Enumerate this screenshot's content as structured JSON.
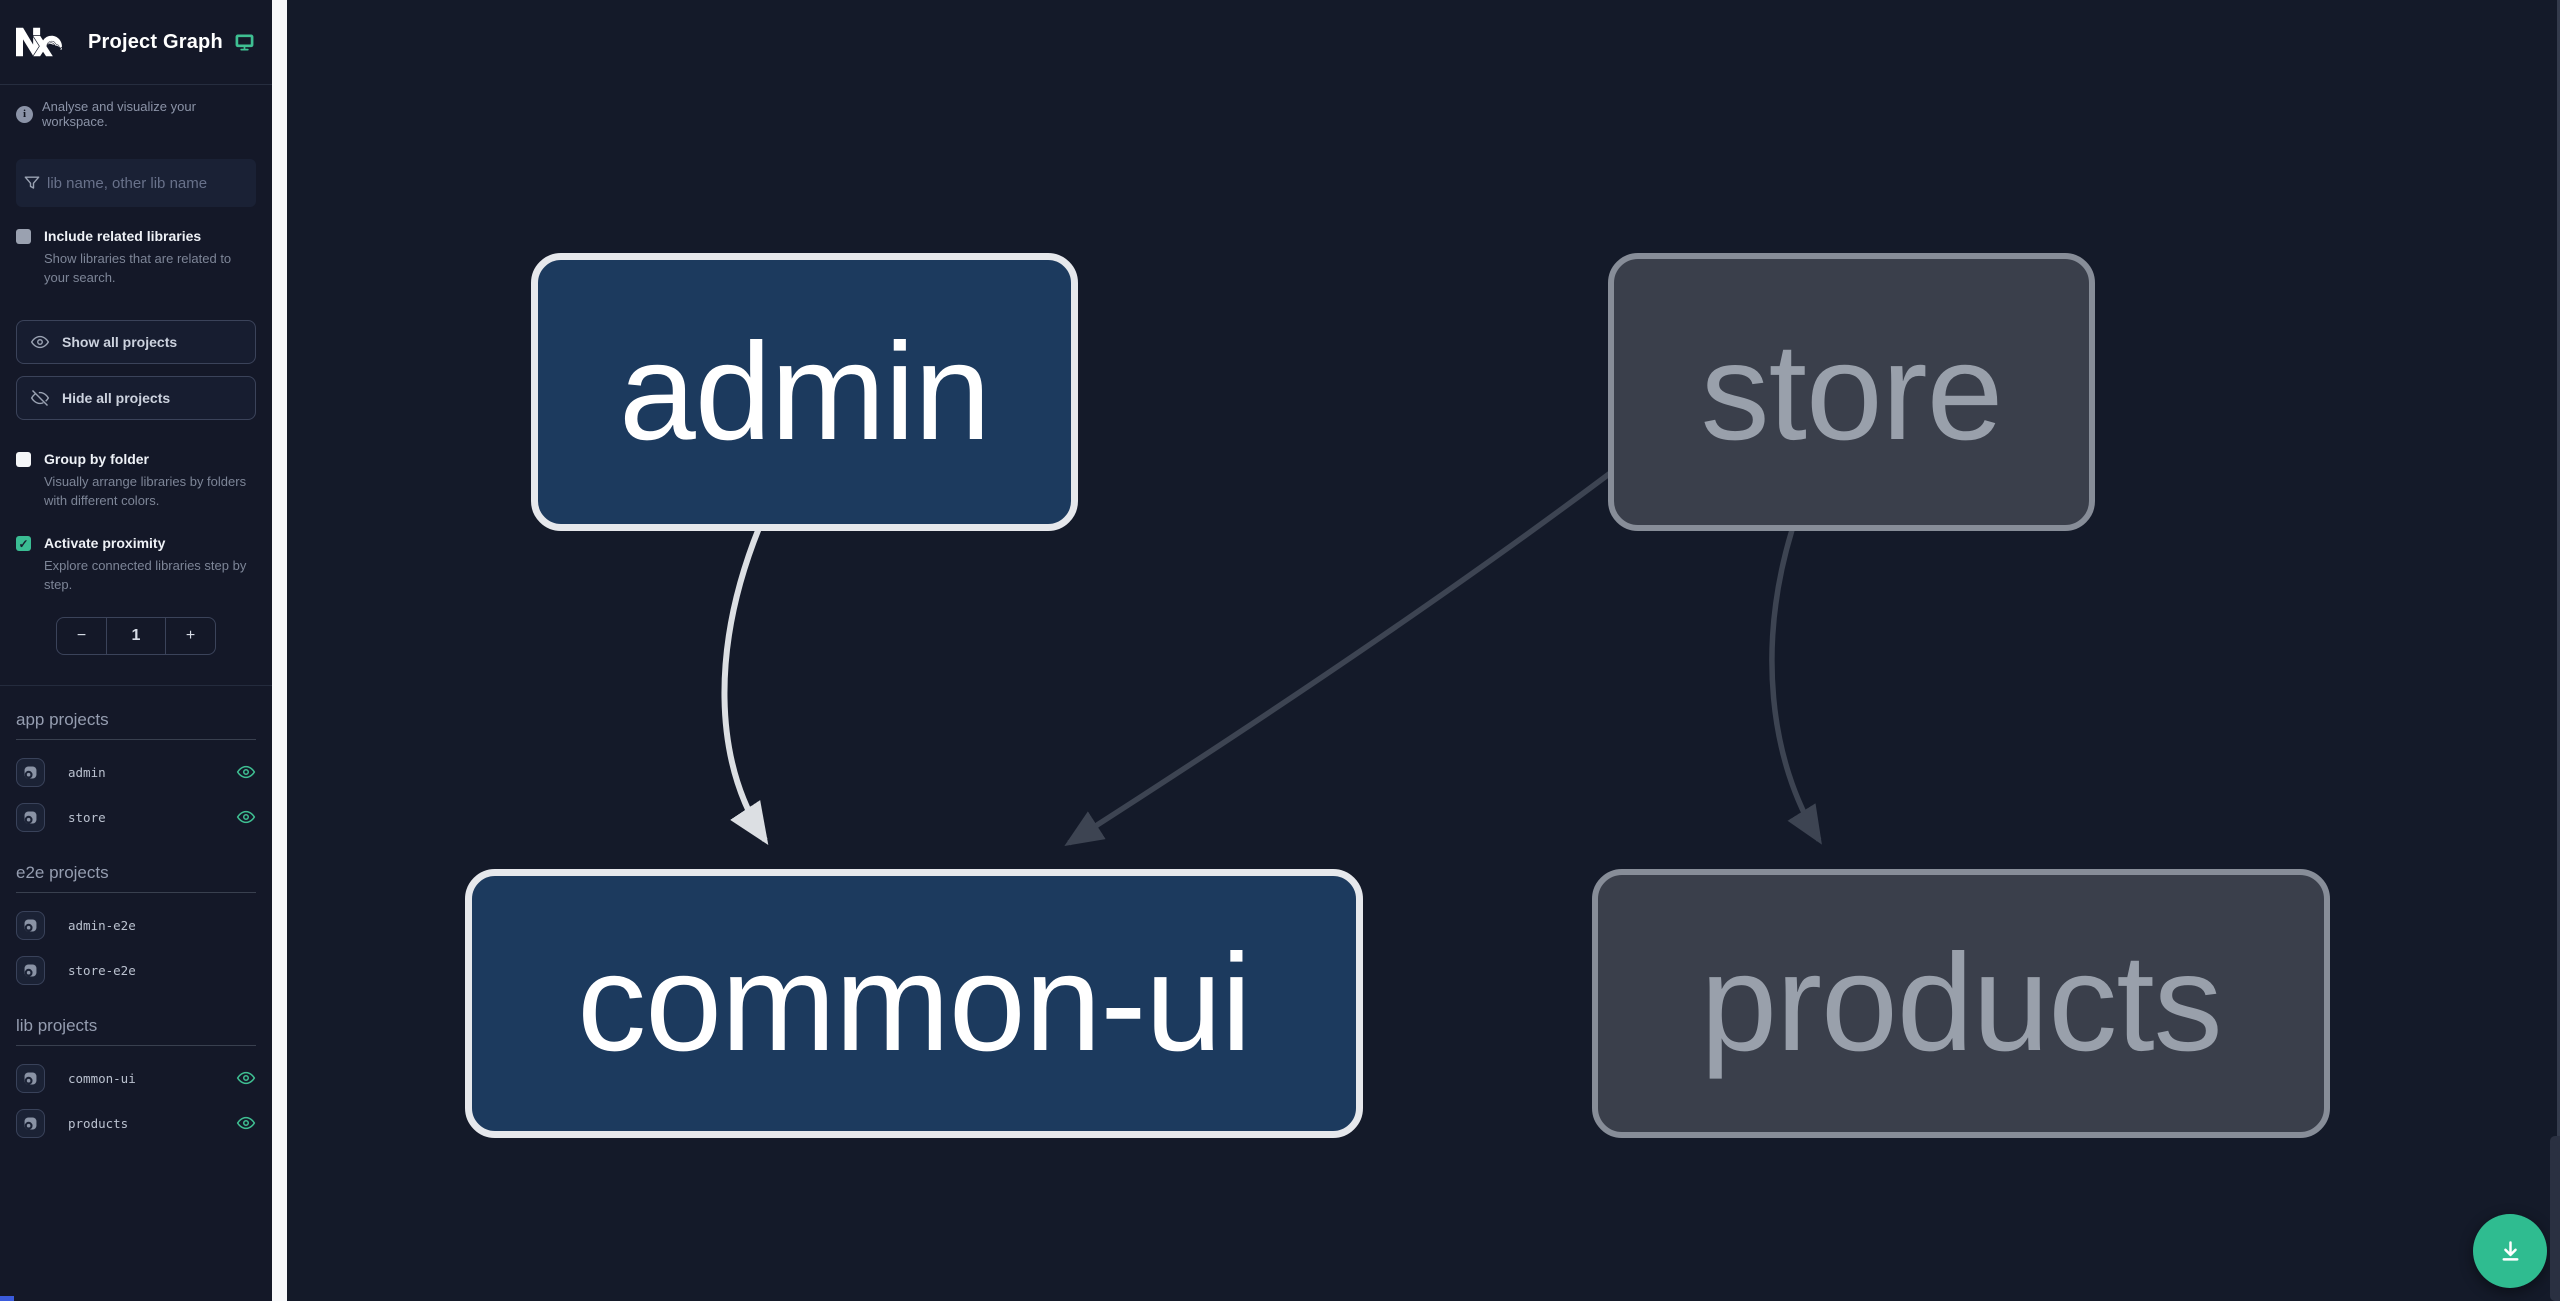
{
  "app": {
    "title": "Project Graph",
    "tagline": "Analyse and visualize your workspace."
  },
  "filter": {
    "placeholder": "lib name, other lib name"
  },
  "options": {
    "include_related": {
      "label": "Include related libraries",
      "description": "Show libraries that are related to your search.",
      "checked": false
    },
    "show_all_label": "Show all projects",
    "hide_all_label": "Hide all projects",
    "group_by_folder": {
      "label": "Group by folder",
      "description": "Visually arrange libraries by folders with different colors.",
      "checked": false
    },
    "activate_proximity": {
      "label": "Activate proximity",
      "description": "Explore connected libraries step by step.",
      "checked": true
    },
    "stepper": {
      "decrement": "−",
      "value": "1",
      "increment": "+"
    }
  },
  "sections": [
    {
      "heading": "app projects",
      "items": [
        {
          "label": "admin",
          "visible": true
        },
        {
          "label": "store",
          "visible": true
        }
      ]
    },
    {
      "heading": "e2e projects",
      "items": [
        {
          "label": "admin-e2e",
          "visible": false
        },
        {
          "label": "store-e2e",
          "visible": false
        }
      ]
    },
    {
      "heading": "lib projects",
      "items": [
        {
          "label": "common-ui",
          "visible": true
        },
        {
          "label": "products",
          "visible": true
        }
      ]
    }
  ],
  "graph": {
    "nodes": [
      {
        "id": "admin",
        "label": "admin",
        "state": "focused"
      },
      {
        "id": "store",
        "label": "store",
        "state": "unfocused"
      },
      {
        "id": "common-ui",
        "label": "common-ui",
        "state": "focused"
      },
      {
        "id": "products",
        "label": "products",
        "state": "unfocused"
      }
    ],
    "edges": [
      {
        "source": "admin",
        "target": "common-ui",
        "state": "highlighted"
      },
      {
        "source": "store",
        "target": "common-ui",
        "state": "muted"
      },
      {
        "source": "store",
        "target": "products",
        "state": "muted"
      }
    ],
    "proximity_depth": "1"
  },
  "colors": {
    "sidebar_bg": "#141828",
    "canvas_bg": "#141a29",
    "accent_teal": "#3fbf92",
    "checkbox_checked": "#3abc93",
    "focused_node_fill": "#1c3a5e",
    "focused_node_border": "#e6e8ec",
    "muted_node_fill": "#3a3f4b",
    "muted_node_border": "#878d98",
    "edge_highlighted": "#dcdfe3",
    "edge_muted": "#3d4452",
    "fab_bg": "#2fbc90",
    "resize_handle": "#f7f8fa"
  }
}
